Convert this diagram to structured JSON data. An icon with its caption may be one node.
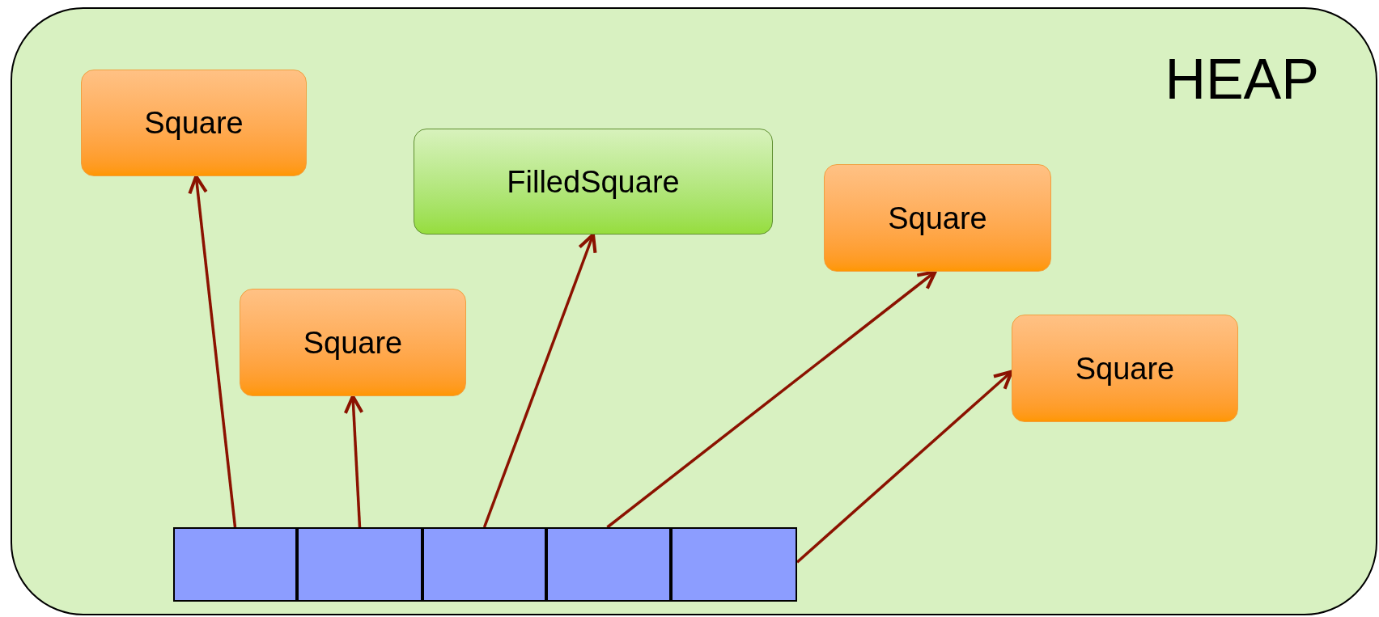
{
  "diagram": {
    "nodes": [
      {
        "text": [
          "HEAP"
        ]
      },
      {
        "text": [
          "Square"
        ],
        "in": 0
      },
      {
        "text": [
          "FilledSquare"
        ],
        "in": 0
      },
      {
        "text": [
          "Square"
        ],
        "in": 0
      },
      {
        "text": [
          "Square"
        ],
        "in": 0
      },
      {
        "text": [
          "Square"
        ],
        "in": 0
      },
      {
        "text": [],
        "shape": "box",
        "in": 0
      },
      {
        "text": [],
        "shape": "box",
        "in": 0
      },
      {
        "text": [],
        "shape": "box",
        "in": 0
      },
      {
        "text": [],
        "shape": "box",
        "in": 0
      },
      {
        "text": [],
        "shape": "box",
        "in": 0
      }
    ],
    "edges": [
      {
        "from": 6,
        "to": 1,
        "arrow": "to"
      },
      {
        "from": 7,
        "to": 4,
        "arrow": "to"
      },
      {
        "from": 8,
        "to": 2,
        "arrow": "to"
      },
      {
        "from": 9,
        "to": 3,
        "arrow": "to"
      },
      {
        "from": 10,
        "to": 5,
        "arrow": "to"
      }
    ]
  }
}
